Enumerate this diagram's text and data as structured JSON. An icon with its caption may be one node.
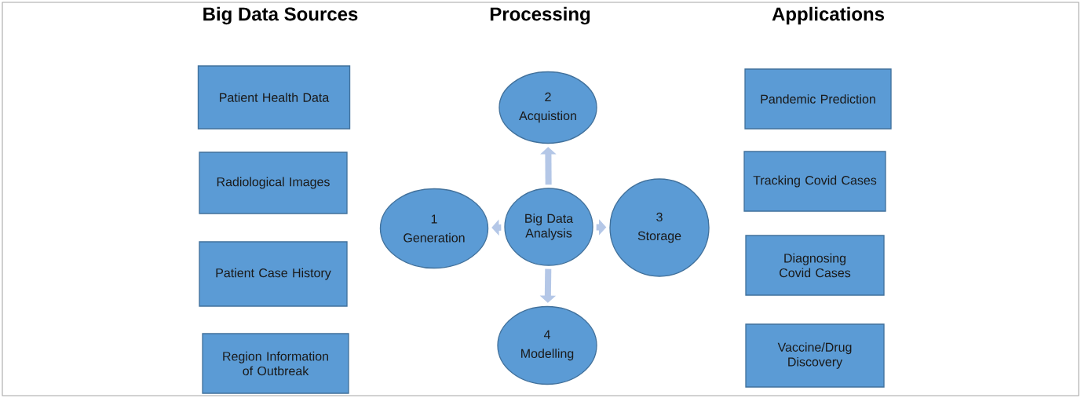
{
  "diagram": {
    "nodes": [
      {
        "text": [
          "Patient Health Data"
        ]
      },
      {
        "text": [
          "Radiological Images"
        ]
      },
      {
        "text": [
          "Patient Case History"
        ]
      },
      {
        "text": [
          "Region Information of Outbreak"
        ]
      },
      {
        "text": [
          "Big Data Analysis"
        ]
      },
      {
        "text": [
          "1",
          "Generation"
        ]
      },
      {
        "text": [
          "2",
          "Acquistion"
        ]
      },
      {
        "text": [
          "3",
          "Storage"
        ]
      },
      {
        "text": [
          "4",
          "Modelling"
        ]
      },
      {
        "text": [
          "Pandemic Prediction"
        ]
      },
      {
        "text": [
          "Tracking Covid Cases"
        ]
      },
      {
        "text": [
          "Diagnosing Covid Cases"
        ]
      },
      {
        "text": [
          "Vaccine/Drug Discovery"
        ]
      }
    ],
    "edges": [
      {
        "from": 4,
        "to": 5,
        "arrow": "to"
      },
      {
        "from": 4,
        "to": 6,
        "arrow": "to"
      },
      {
        "from": 4,
        "to": 7,
        "arrow": "to"
      },
      {
        "from": 4,
        "to": 8,
        "arrow": "to"
      }
    ],
    "labels": [
      "Big Data Sources",
      "Processing",
      "Applications"
    ]
  }
}
